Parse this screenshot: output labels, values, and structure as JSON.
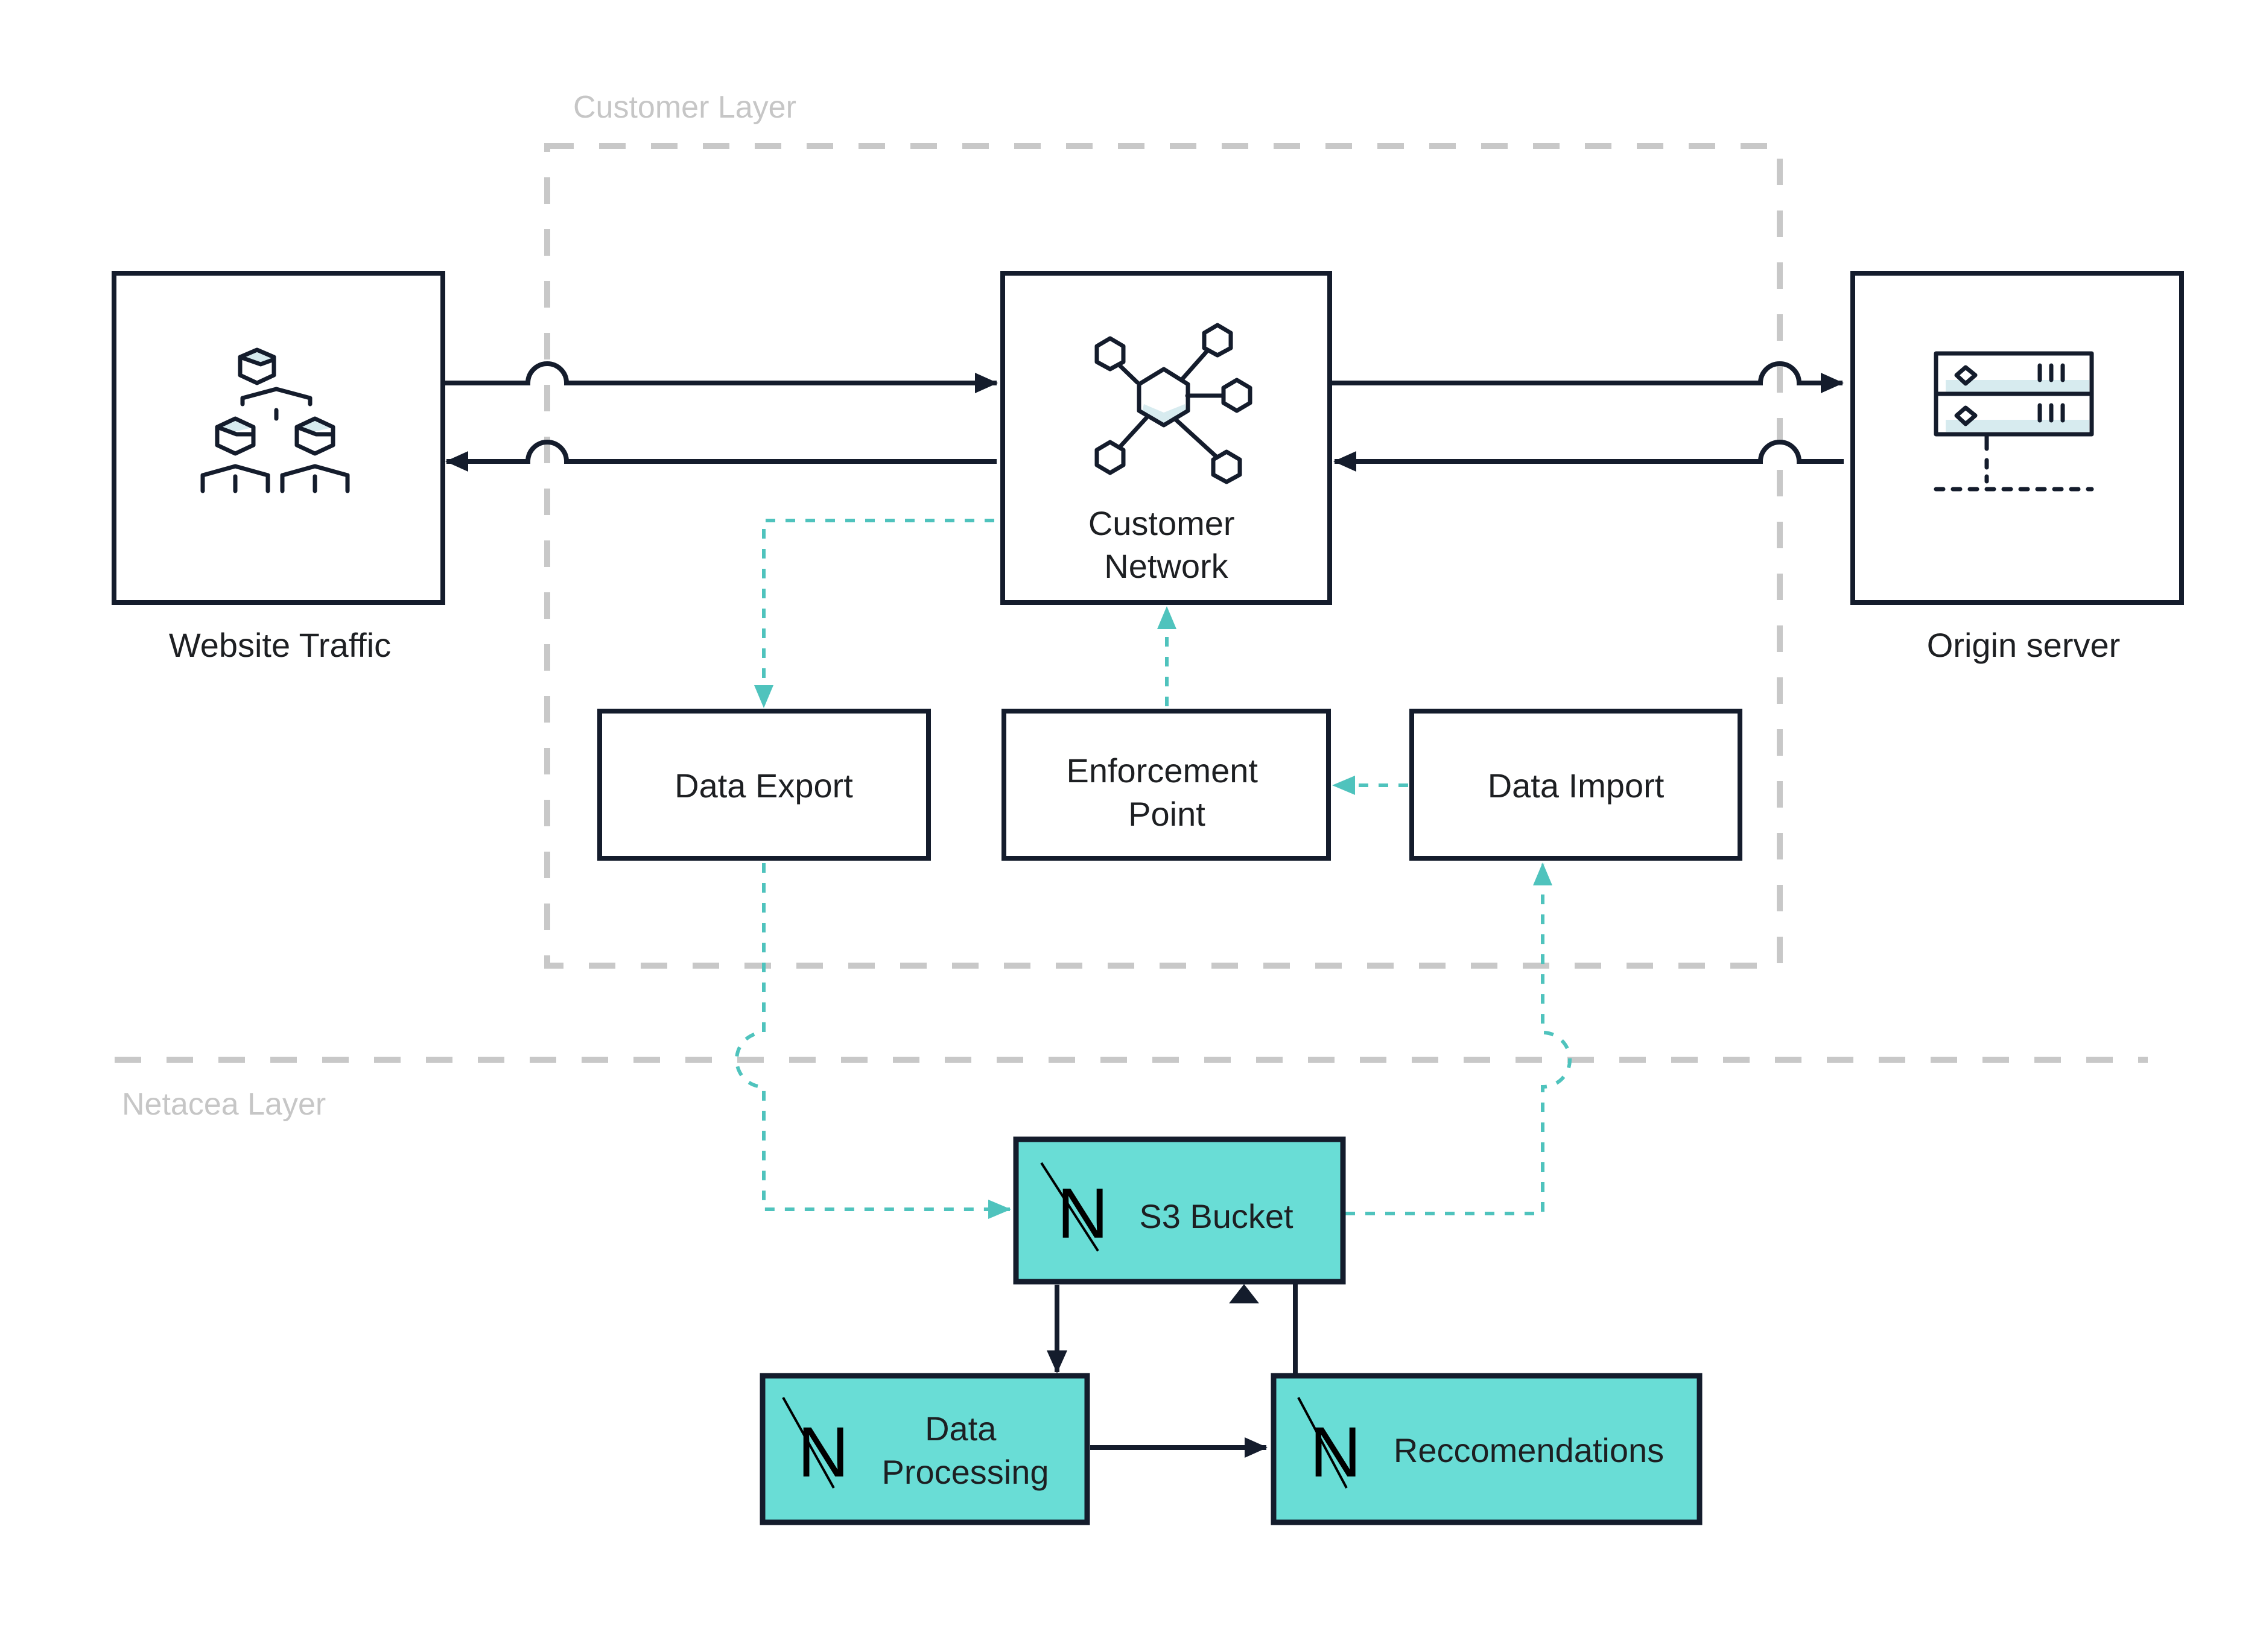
{
  "diagram": {
    "title": "Customer / Netacea data flow",
    "layers": {
      "customer": {
        "label": "Customer Layer"
      },
      "netacea": {
        "label": "Netacea Layer"
      }
    },
    "nodes": {
      "website_traffic": {
        "label": "Website Traffic",
        "icon": "users-hierarchy-icon"
      },
      "customer_network": {
        "label_line1": "Customer",
        "label_line2": "Network",
        "icon": "network-hub-icon"
      },
      "origin_server": {
        "label": "Origin server",
        "icon": "server-rack-icon"
      },
      "data_export": {
        "label": "Data Export"
      },
      "enforcement_point": {
        "label_line1": "Enforcement",
        "label_line2": "Point"
      },
      "data_import": {
        "label": "Data Import"
      },
      "s3_bucket": {
        "label": "S3 Bucket",
        "logo": "N"
      },
      "data_processing": {
        "label_line1": "Data",
        "label_line2": "Processing",
        "logo": "N"
      },
      "recommendations": {
        "label": "Reccomendations",
        "logo": "N"
      }
    },
    "edges": [
      {
        "from": "Website Traffic",
        "to": "Customer Network",
        "style": "solid"
      },
      {
        "from": "Customer Network",
        "to": "Website Traffic",
        "style": "solid"
      },
      {
        "from": "Customer Network",
        "to": "Origin server",
        "style": "solid"
      },
      {
        "from": "Origin server",
        "to": "Customer Network",
        "style": "solid"
      },
      {
        "from": "Customer Network",
        "to": "Data Export",
        "style": "dashed"
      },
      {
        "from": "Enforcement Point",
        "to": "Customer Network",
        "style": "dashed"
      },
      {
        "from": "Data Import",
        "to": "Enforcement Point",
        "style": "dashed"
      },
      {
        "from": "Data Export",
        "to": "S3 Bucket",
        "style": "dashed"
      },
      {
        "from": "S3 Bucket",
        "to": "Data Import",
        "style": "dashed"
      },
      {
        "from": "S3 Bucket",
        "to": "Data Processing",
        "style": "solid"
      },
      {
        "from": "Data Processing",
        "to": "Reccomendations",
        "style": "solid"
      },
      {
        "from": "Reccomendations",
        "to": "S3 Bucket",
        "style": "solid"
      }
    ],
    "colors": {
      "stroke": "#141c2c",
      "teal_fill": "#69ddd6",
      "teal_dashed": "#4fc3bd",
      "layer_gray": "#c8c8c8",
      "icon_tint": "#d7ebef"
    }
  }
}
